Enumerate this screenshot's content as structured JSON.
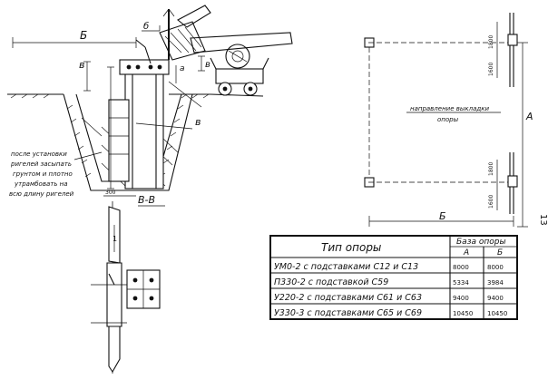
{
  "section_labels": {
    "b_left": "Б",
    "b_top": "б",
    "v_left": "в",
    "v_right": "в",
    "a_small": "а",
    "v_ground": "в",
    "section_bb": "В-В",
    "dim_300": "300",
    "marker_one": "1",
    "b_plan": "Б",
    "a_plan": "А",
    "dim_13": "13"
  },
  "notes": {
    "backfill": [
      "после установки",
      "ригелей засыпать",
      "грунтом и плотно",
      "утрамбовать на",
      "всю длину ригелей"
    ],
    "direction": [
      "направление выкладки",
      "опоры"
    ]
  },
  "plan_dims": {
    "top_a": "1800",
    "top_b": "1600",
    "bottom_a": "1800",
    "bottom_b": "1600"
  },
  "table": {
    "header_type": "Тип опоры",
    "header_base": "База опоры",
    "col_a": "А",
    "col_b": "Б",
    "rows": [
      {
        "type": "УМ0-2 с подставками С12 и С13",
        "a": "8000",
        "b": "8000"
      },
      {
        "type": "П330-2 с подставкой С59",
        "a": "5334",
        "b": "3984"
      },
      {
        "type": "У220-2 с подставками С61 и С63",
        "a": "9400",
        "b": "9400"
      },
      {
        "type": "У330-3 с подставками С65 и С69",
        "a": "10450",
        "b": "10450"
      }
    ]
  }
}
